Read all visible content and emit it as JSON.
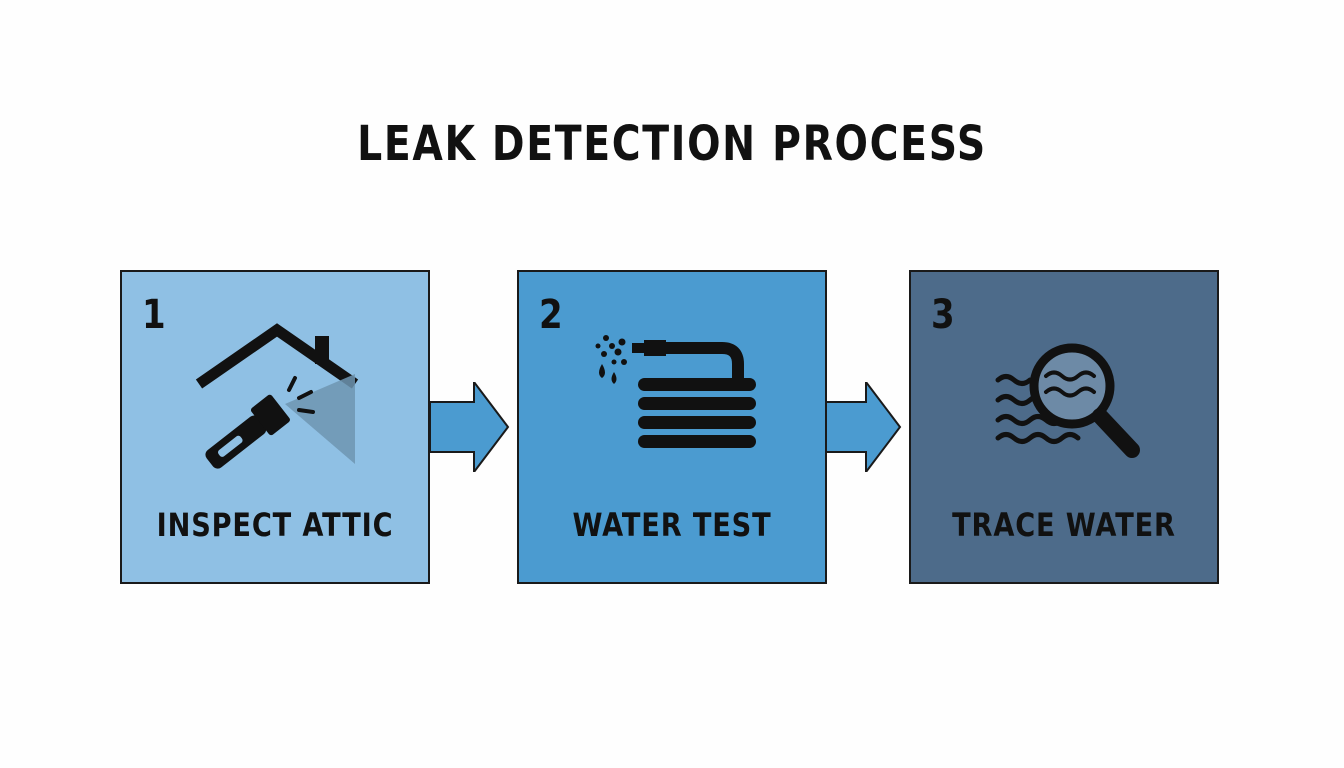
{
  "title": "LEAK DETECTION PROCESS",
  "colors": {
    "step1_fill": "#8fc0e4",
    "step2_fill": "#4b9bd0",
    "step3_fill": "#4d6b8a",
    "arrow_fill": "#4b9bd0",
    "ink": "#111111"
  },
  "steps": [
    {
      "number": "1",
      "label": "INSPECT ATTIC",
      "icon": "house-flashlight-icon"
    },
    {
      "number": "2",
      "label": "WATER TEST",
      "icon": "hose-spray-icon"
    },
    {
      "number": "3",
      "label": "TRACE WATER",
      "icon": "magnifier-water-icon"
    }
  ]
}
